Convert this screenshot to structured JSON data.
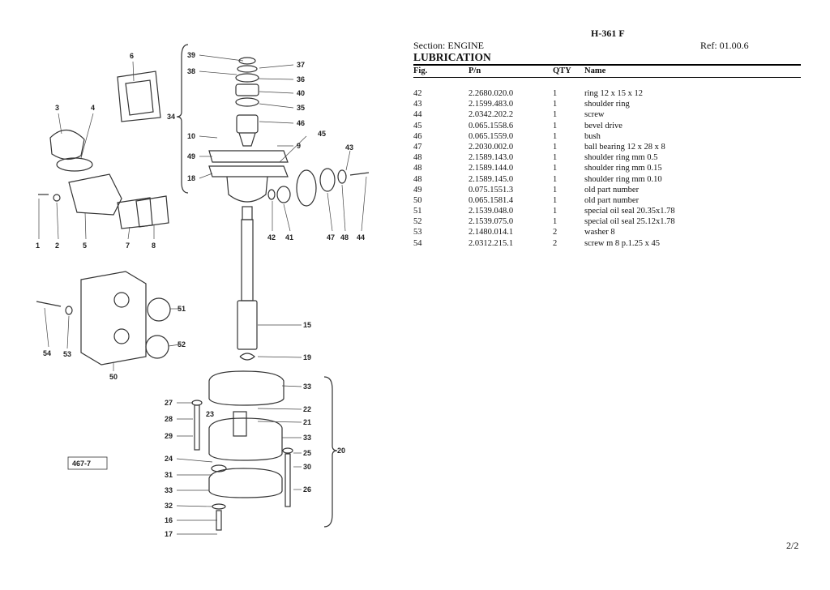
{
  "header": {
    "title": "H-361 F",
    "section": "Section: ENGINE",
    "ref": "Ref: 01.00.6",
    "heading": "LUBRICATION"
  },
  "table": {
    "columns": [
      "Fig.",
      "P/n",
      "QTY",
      "Name"
    ],
    "rows": [
      {
        "fig": "42",
        "pn": "2.2680.020.0",
        "qty": "1",
        "name": "ring 12 x 15 x 12"
      },
      {
        "fig": "43",
        "pn": "2.1599.483.0",
        "qty": "1",
        "name": "shoulder ring"
      },
      {
        "fig": "44",
        "pn": "2.0342.202.2",
        "qty": "1",
        "name": "screw"
      },
      {
        "fig": "45",
        "pn": "0.065.1558.6",
        "qty": "1",
        "name": "bevel drive"
      },
      {
        "fig": "46",
        "pn": "0.065.1559.0",
        "qty": "1",
        "name": "bush"
      },
      {
        "fig": "47",
        "pn": "2.2030.002.0",
        "qty": "1",
        "name": "ball bearing 12 x 28 x 8"
      },
      {
        "fig": "48",
        "pn": "2.1589.143.0",
        "qty": "1",
        "name": "shoulder ring mm 0.5"
      },
      {
        "fig": "48",
        "pn": "2.1589.144.0",
        "qty": "1",
        "name": "shoulder ring mm 0.15"
      },
      {
        "fig": "48",
        "pn": "2.1589.145.0",
        "qty": "1",
        "name": "shoulder ring mm 0.10"
      },
      {
        "fig": "49",
        "pn": "0.075.1551.3",
        "qty": "1",
        "name": "old part number"
      },
      {
        "fig": "50",
        "pn": "0.065.1581.4",
        "qty": "1",
        "name": "old part number"
      },
      {
        "fig": "51",
        "pn": "2.1539.048.0",
        "qty": "1",
        "name": "special oil seal 20.35x1.78"
      },
      {
        "fig": "52",
        "pn": "2.1539.075.0",
        "qty": "1",
        "name": "special oil seal 25.12x1.78"
      },
      {
        "fig": "53",
        "pn": "2.1480.014.1",
        "qty": "2",
        "name": "washer 8"
      },
      {
        "fig": "54",
        "pn": "2.0312.215.1",
        "qty": "2",
        "name": "screw m 8 p.1.25 x 45"
      }
    ]
  },
  "diagram": {
    "plate_label": "467-7",
    "callouts": [
      "39",
      "38",
      "37",
      "36",
      "40",
      "35",
      "46",
      "34",
      "10",
      "9",
      "45",
      "49",
      "18",
      "43",
      "6",
      "3",
      "4",
      "1",
      "2",
      "5",
      "7",
      "8",
      "42",
      "41",
      "47",
      "48",
      "44",
      "51",
      "52",
      "54",
      "53",
      "50",
      "15",
      "19",
      "33",
      "27",
      "22",
      "28",
      "23",
      "21",
      "29",
      "33",
      "20",
      "24",
      "25",
      "31",
      "30",
      "33",
      "26",
      "32",
      "16",
      "17"
    ]
  },
  "footer": {
    "page": "2/2"
  }
}
